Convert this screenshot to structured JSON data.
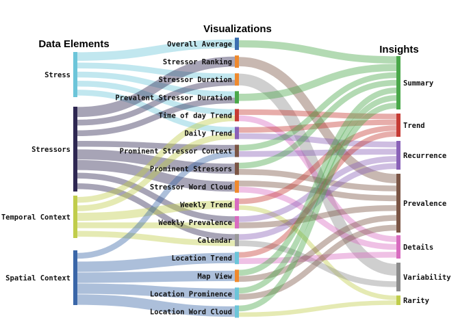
{
  "titles": {
    "data_elements": "Data Elements",
    "visualizations": "Visualizations",
    "insights": "Insights"
  },
  "left_nodes": [
    {
      "id": "stress",
      "label": "Stress",
      "color": "#6cc5d9"
    },
    {
      "id": "stressors",
      "label": "Stressors",
      "color": "#2e2752"
    },
    {
      "id": "temporal",
      "label": "Temporal Context",
      "color": "#c0cd4b"
    },
    {
      "id": "spatial",
      "label": "Spatial Context",
      "color": "#3a66a8"
    }
  ],
  "middle_nodes": [
    {
      "id": "overall_average",
      "label": "Overall Average",
      "color": "#3b6fb0"
    },
    {
      "id": "stressor_ranking",
      "label": "Stressor Ranking",
      "color": "#ef8a2e"
    },
    {
      "id": "stressor_duration",
      "label": "Stressor Duration",
      "color": "#ef8a2e"
    },
    {
      "id": "prevalent_stressor_duration",
      "label": "Prevalent Stressor Duration",
      "color": "#4aa84a"
    },
    {
      "id": "time_of_day_trend",
      "label": "Time of day Trend",
      "color": "#c63b34"
    },
    {
      "id": "daily_trend",
      "label": "Daily Trend",
      "color": "#8a62b8"
    },
    {
      "id": "prominent_stressor_context",
      "label": "Prominent Stressor Context",
      "color": "#7b5545"
    },
    {
      "id": "prominent_stressors",
      "label": "Prominent Stressors",
      "color": "#7b5545"
    },
    {
      "id": "stressor_word_cloud",
      "label": "Stressor Word Cloud",
      "color": "#ef8a2e"
    },
    {
      "id": "weekly_trend",
      "label": "Weekly Trend",
      "color": "#d86cc0"
    },
    {
      "id": "weekly_prevalence",
      "label": "Weekly Prevalence",
      "color": "#d86cc0"
    },
    {
      "id": "calendar",
      "label": "Calendar",
      "color": "#9a9a9a"
    },
    {
      "id": "location_trend",
      "label": "Location Trend",
      "color": "#6cc5d9"
    },
    {
      "id": "map_view",
      "label": "Map View",
      "color": "#ef8a2e"
    },
    {
      "id": "location_prominence",
      "label": "Location Prominence",
      "color": "#6cc5d9"
    },
    {
      "id": "location_word_cloud",
      "label": "Location Word Cloud",
      "color": "#6cc5d9"
    }
  ],
  "right_nodes": [
    {
      "id": "summary",
      "label": "Summary",
      "color": "#4aa84a"
    },
    {
      "id": "trend",
      "label": "Trend",
      "color": "#c63b34"
    },
    {
      "id": "recurrence",
      "label": "Recurrence",
      "color": "#8a62b8"
    },
    {
      "id": "prevalence",
      "label": "Prevalence",
      "color": "#7b5545"
    },
    {
      "id": "details",
      "label": "Details",
      "color": "#d86cc0"
    },
    {
      "id": "variability",
      "label": "Variability",
      "color": "#8c8c8c"
    },
    {
      "id": "rarity",
      "label": "Rarity",
      "color": "#c0cd4b"
    }
  ],
  "links_left_to_middle": [
    {
      "source": "stress",
      "target": "overall_average",
      "color": "#6cc5d9"
    },
    {
      "source": "stress",
      "target": "stressor_duration",
      "color": "#6cc5d9"
    },
    {
      "source": "stress",
      "target": "prevalent_stressor_duration",
      "color": "#6cc5d9"
    },
    {
      "source": "stress",
      "target": "time_of_day_trend",
      "color": "#6cc5d9"
    },
    {
      "source": "stress",
      "target": "daily_trend",
      "color": "#6cc5d9"
    },
    {
      "source": "stressors",
      "target": "stressor_ranking",
      "color": "#2e2752"
    },
    {
      "source": "stressors",
      "target": "stressor_duration",
      "color": "#2e2752"
    },
    {
      "source": "stressors",
      "target": "prevalent_stressor_duration",
      "color": "#2e2752"
    },
    {
      "source": "stressors",
      "target": "prominent_stressor_context",
      "color": "#2e2752"
    },
    {
      "source": "stressors",
      "target": "prominent_stressors",
      "color": "#2e2752"
    },
    {
      "source": "stressors",
      "target": "stressor_word_cloud",
      "color": "#2e2752"
    },
    {
      "source": "stressors",
      "target": "weekly_prevalence",
      "color": "#2e2752"
    },
    {
      "source": "stressors",
      "target": "calendar",
      "color": "#2e2752"
    },
    {
      "source": "temporal",
      "target": "time_of_day_trend",
      "color": "#c0cd4b"
    },
    {
      "source": "temporal",
      "target": "daily_trend",
      "color": "#c0cd4b"
    },
    {
      "source": "temporal",
      "target": "weekly_trend",
      "color": "#c0cd4b"
    },
    {
      "source": "temporal",
      "target": "weekly_prevalence",
      "color": "#c0cd4b"
    },
    {
      "source": "temporal",
      "target": "calendar",
      "color": "#c0cd4b"
    },
    {
      "source": "spatial",
      "target": "prominent_stressor_context",
      "color": "#3a66a8"
    },
    {
      "source": "spatial",
      "target": "location_trend",
      "color": "#3a66a8"
    },
    {
      "source": "spatial",
      "target": "map_view",
      "color": "#3a66a8"
    },
    {
      "source": "spatial",
      "target": "location_prominence",
      "color": "#3a66a8"
    },
    {
      "source": "spatial",
      "target": "location_word_cloud",
      "color": "#3a66a8"
    }
  ],
  "links_middle_to_right": [
    {
      "source": "overall_average",
      "target": "summary",
      "color": "#4aa84a"
    },
    {
      "source": "stressor_ranking",
      "target": "prevalence",
      "color": "#7b5545"
    },
    {
      "source": "stressor_duration",
      "target": "variability",
      "color": "#8c8c8c"
    },
    {
      "source": "prevalent_stressor_duration",
      "target": "summary",
      "color": "#4aa84a"
    },
    {
      "source": "time_of_day_trend",
      "target": "trend",
      "color": "#c63b34"
    },
    {
      "source": "time_of_day_trend",
      "target": "details",
      "color": "#d86cc0"
    },
    {
      "source": "daily_trend",
      "target": "trend",
      "color": "#c63b34"
    },
    {
      "source": "daily_trend",
      "target": "recurrence",
      "color": "#8a62b8"
    },
    {
      "source": "prominent_stressor_context",
      "target": "recurrence",
      "color": "#8a62b8"
    },
    {
      "source": "prominent_stressor_context",
      "target": "summary",
      "color": "#4aa84a"
    },
    {
      "source": "prominent_stressors",
      "target": "prevalence",
      "color": "#7b5545"
    },
    {
      "source": "prominent_stressors",
      "target": "summary",
      "color": "#4aa84a"
    },
    {
      "source": "stressor_word_cloud",
      "target": "prevalence",
      "color": "#7b5545"
    },
    {
      "source": "stressor_word_cloud",
      "target": "details",
      "color": "#d86cc0"
    },
    {
      "source": "weekly_trend",
      "target": "trend",
      "color": "#c63b34"
    },
    {
      "source": "weekly_trend",
      "target": "rarity",
      "color": "#c0cd4b"
    },
    {
      "source": "weekly_prevalence",
      "target": "recurrence",
      "color": "#8a62b8"
    },
    {
      "source": "weekly_prevalence",
      "target": "prevalence",
      "color": "#7b5545"
    },
    {
      "source": "calendar",
      "target": "recurrence",
      "color": "#8a62b8"
    },
    {
      "source": "calendar",
      "target": "variability",
      "color": "#8c8c8c"
    },
    {
      "source": "location_trend",
      "target": "trend",
      "color": "#c63b34"
    },
    {
      "source": "location_trend",
      "target": "details",
      "color": "#d86cc0"
    },
    {
      "source": "map_view",
      "target": "summary",
      "color": "#4aa84a"
    },
    {
      "source": "map_view",
      "target": "prevalence",
      "color": "#7b5545"
    },
    {
      "source": "location_prominence",
      "target": "summary",
      "color": "#4aa84a"
    },
    {
      "source": "location_prominence",
      "target": "prevalence",
      "color": "#7b5545"
    },
    {
      "source": "location_word_cloud",
      "target": "summary",
      "color": "#4aa84a"
    },
    {
      "source": "location_word_cloud",
      "target": "rarity",
      "color": "#c0cd4b"
    }
  ]
}
